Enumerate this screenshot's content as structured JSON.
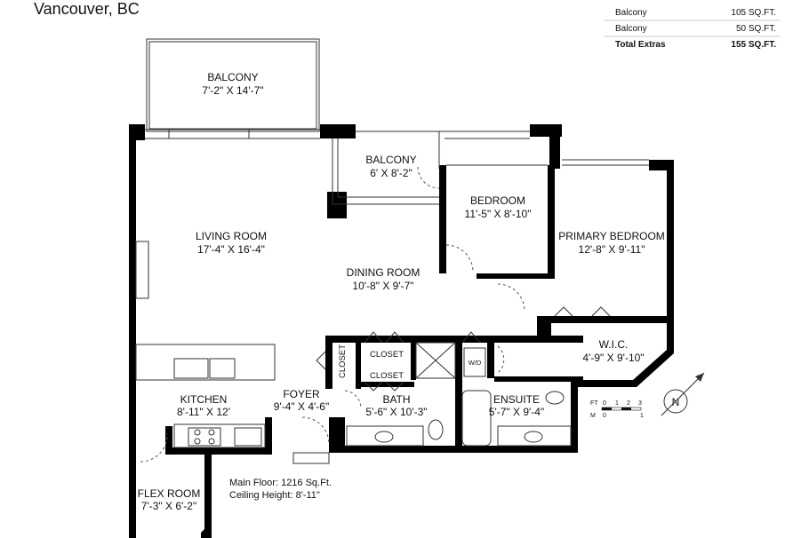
{
  "header": {
    "title": "Vancouver, BC"
  },
  "extras": {
    "rows": [
      {
        "label": "Balcony",
        "value": "105 SQ.FT."
      },
      {
        "label": "Balcony",
        "value": "50 SQ.FT."
      }
    ],
    "total": {
      "label": "Total Extras",
      "value": "155 SQ.FT."
    }
  },
  "rooms": {
    "balcony_main": {
      "name": "BALCONY",
      "dims": "7'-2\" X 14'-7\""
    },
    "balcony_small": {
      "name": "BALCONY",
      "dims": "6' X 8'-2\""
    },
    "bedroom": {
      "name": "BEDROOM",
      "dims": "11'-5\" X 8'-10\""
    },
    "primary_bedroom": {
      "name": "PRIMARY BEDROOM",
      "dims": "12'-8\" X 9'-11\""
    },
    "living_room": {
      "name": "LIVING ROOM",
      "dims": "17'-4\" X 16'-4\""
    },
    "dining_room": {
      "name": "DINING ROOM",
      "dims": "10'-8\" X 9'-7\""
    },
    "wic": {
      "name": "W.I.C.",
      "dims": "4'-9\" X 9'-10\""
    },
    "kitchen": {
      "name": "KITCHEN",
      "dims": "8'-11\" X 12'"
    },
    "foyer": {
      "name": "FOYER",
      "dims": "9'-4\" X 4'-6\""
    },
    "bath": {
      "name": "BATH",
      "dims": "5'-6\" X 10'-3\""
    },
    "ensuite": {
      "name": "ENSUITE",
      "dims": "5'-7\" X 9'-4\""
    },
    "flex_room": {
      "name": "FLEX ROOM",
      "dims": "7'-3\" X 6'-2\""
    }
  },
  "fixtures": {
    "closet_vertical": "CLOSET",
    "closet_top": "CLOSET",
    "closet_bottom": "CLOSET",
    "washer_dryer": "W/D"
  },
  "summary": {
    "main_floor": "Main Floor: 1216 Sq.Ft.",
    "ceiling_height": "Ceiling Height: 8'-11\""
  },
  "scale": {
    "ft_label": "FT",
    "ft_ticks": [
      "0",
      "1",
      "2",
      "3"
    ],
    "m_label": "M",
    "m_ticks": [
      "0",
      "1"
    ]
  },
  "compass": {
    "label": "N"
  }
}
